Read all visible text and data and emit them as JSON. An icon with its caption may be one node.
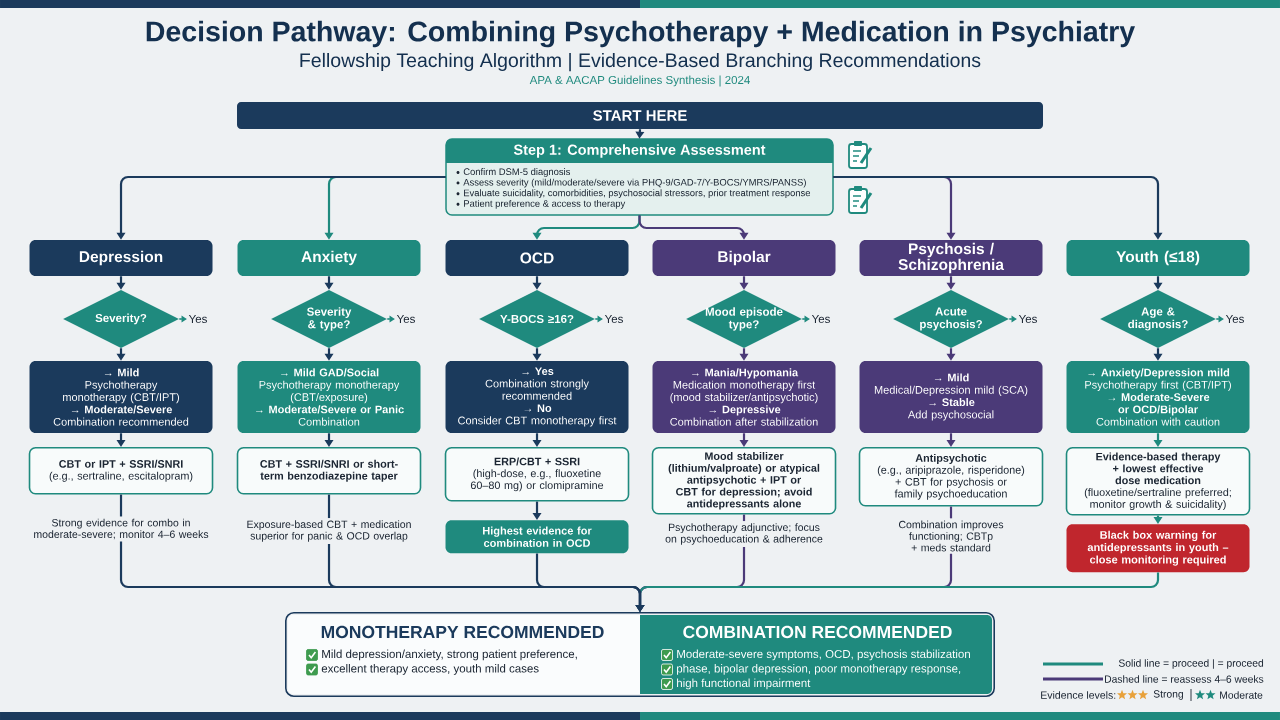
{
  "diagram": {
    "title": "Decision Pathway: Combining Psychotherapy + Medication in Psychiatry",
    "nodes": [
      {
        "text": [
          "START HERE"
        ]
      },
      {
        "text": [
          "Step 1: Comprehensive Assessment",
          "Confirm DSM-5 diagnosis",
          "Assess severity (mild/moderate/severe via PHQ-9/GAD-7/Y-BOCS/YMRS/PANSS)",
          "Evaluate suicidality, comorbidities, psychosocial stressors, prior treatment response",
          "Patient preference & access to therapy"
        ]
      },
      {
        "text": [
          "Depression"
        ]
      },
      {
        "text": [
          "Anxiety"
        ]
      },
      {
        "text": [
          "OCD"
        ]
      },
      {
        "text": [
          "Bipolar"
        ]
      },
      {
        "text": [
          "Psychosis / Schizophrenia"
        ]
      },
      {
        "text": [
          "Youth (≤18)"
        ]
      },
      {
        "text": [
          "Severity?"
        ]
      },
      {
        "text": [
          "Yes"
        ]
      },
      {
        "text": [
          "Severity & type?"
        ]
      },
      {
        "text": [
          "Yes"
        ]
      },
      {
        "text": [
          "Y-BOCS ≥16?"
        ]
      },
      {
        "text": [
          "Yes"
        ]
      },
      {
        "text": [
          "Mood episode type?"
        ]
      },
      {
        "text": [
          "Yes"
        ]
      },
      {
        "text": [
          "Acute psychosis?"
        ]
      },
      {
        "text": [
          "Yes"
        ]
      },
      {
        "text": [
          "Age & diagnosis?"
        ]
      },
      {
        "text": [
          "Yes"
        ]
      },
      {
        "text": [
          "→ Mild",
          "Psychotherapy monotherapy (CBT/IPT)",
          "→ Moderate/Severe",
          "Combination recommended"
        ]
      },
      {
        "text": [
          "→ Mild GAD/Social",
          "Psychotherapy monotherapy (CBT/exposure)",
          "→ Moderate/Severe or Panic",
          "Combination"
        ]
      },
      {
        "text": [
          "→ Yes",
          "Combination strongly recommended",
          "→ No",
          "Consider CBT monotherapy first"
        ]
      },
      {
        "text": [
          "→ Mania/Hypomania",
          "Medication monotherapy first (mood stabilizer/antipsychotic)",
          "→ Depressive",
          "Combination after stabilization"
        ]
      },
      {
        "text": [
          "→ Mild",
          "Medical/Depression mild (SCA)",
          "→ Stable",
          "Add psychosocial"
        ]
      },
      {
        "text": [
          "→ Anxiety/Depression mild",
          "Psychotherapy first (CBT/IPT)",
          "→ Moderate-Severe or OCD/Bipolar",
          "Combination with caution"
        ]
      },
      {
        "text": [
          "CBT or IPT + SSRI/SNRI",
          "(e.g., sertraline, escitalopram)"
        ]
      },
      {
        "text": [
          "CBT + SSRI/SNRI or short-term benzodiazepine taper"
        ]
      },
      {
        "text": [
          "ERP/CBT + SSRI",
          "(high-dose, e.g., fluoxetine 60–80 mg) or clomipramine"
        ]
      },
      {
        "text": [
          "Mood stabilizer",
          "(lithium/valproate) or atypical antipsychotic + IPT or CBT for depression; avoid antidepressants alone"
        ]
      },
      {
        "text": [
          "Antipsychotic",
          "(e.g., aripiprazole, risperidone) + CBT for psychosis or family psychoeducation"
        ]
      },
      {
        "text": [
          "Evidence-based therapy + lowest effective dose medication",
          "(fluoxetine/sertraline preferred; monitor growth & suicidality)"
        ]
      },
      {
        "text": [
          "Strong evidence for combo in moderate-severe; monitor 4–6 weeks"
        ]
      },
      {
        "text": [
          "Exposure-based CBT + medication superior for panic & OCD overlap"
        ]
      },
      {
        "text": [
          "Highest evidence for combination in OCD"
        ]
      },
      {
        "text": [
          "Psychotherapy adjunctive; focus on psychoeducation & adherence"
        ]
      },
      {
        "text": [
          "Combination improves functioning; CBTp + meds standard"
        ]
      },
      {
        "text": [
          "Black box warning for antidepressants in youth – close monitoring required"
        ]
      },
      {
        "text": [],
        "shape": "box"
      },
      {
        "text": [
          "MONOTHERAPY RECOMMENDED",
          "Mild depression/anxiety, strong patient preference,",
          "excellent therapy access, youth mild cases"
        ],
        "in": 38
      },
      {
        "text": [
          "COMBINATION RECOMMENDED",
          "Moderate-severe symptoms, OCD, psychosis stabilization",
          "phase, bipolar depression, poor monotherapy response,",
          "high functional impairment"
        ],
        "in": 38
      }
    ],
    "edges": [
      {
        "from": 0,
        "to": 1,
        "arrow": "to"
      },
      {
        "from": 1,
        "to": 2,
        "arrow": "to"
      },
      {
        "from": 1,
        "to": 3,
        "arrow": "to",
        "color": "#1f8a7e"
      },
      {
        "from": 1,
        "to": 4,
        "arrow": "to",
        "color": "#1f8a7e"
      },
      {
        "from": 1,
        "to": 5,
        "arrow": "to",
        "color": "#4b3a78"
      },
      {
        "from": 1,
        "to": 6,
        "arrow": "to",
        "color": "#4b3a78"
      },
      {
        "from": 1,
        "to": 7,
        "arrow": "to"
      },
      {
        "from": 2,
        "to": 8,
        "arrow": "to"
      },
      {
        "from": 8,
        "to": 9,
        "arrow": "to",
        "color": "#1f8a7e"
      },
      {
        "from": 8,
        "to": 20,
        "arrow": "to"
      },
      {
        "from": 20,
        "to": 26,
        "arrow": "to"
      },
      {
        "from": 26,
        "to": 32,
        "arrow": "none"
      },
      {
        "from": 3,
        "to": 10,
        "arrow": "to"
      },
      {
        "from": 10,
        "to": 11,
        "arrow": "to",
        "color": "#1f8a7e"
      },
      {
        "from": 10,
        "to": 21,
        "arrow": "to"
      },
      {
        "from": 21,
        "to": 27,
        "arrow": "to"
      },
      {
        "from": 27,
        "to": 33,
        "arrow": "none"
      },
      {
        "from": 4,
        "to": 12,
        "arrow": "to"
      },
      {
        "from": 12,
        "to": 13,
        "arrow": "to",
        "color": "#1f8a7e"
      },
      {
        "from": 12,
        "to": 22,
        "arrow": "to"
      },
      {
        "from": 22,
        "to": 28,
        "arrow": "to"
      },
      {
        "from": 28,
        "to": 34,
        "arrow": "to"
      },
      {
        "from": 5,
        "to": 14,
        "arrow": "to",
        "color": "#4b3a78"
      },
      {
        "from": 14,
        "to": 15,
        "arrow": "to",
        "color": "#1f8a7e"
      },
      {
        "from": 14,
        "to": 23,
        "arrow": "to",
        "color": "#4b3a78"
      },
      {
        "from": 23,
        "to": 29,
        "arrow": "to",
        "color": "#4b3a78"
      },
      {
        "from": 29,
        "to": 35,
        "arrow": "none",
        "color": "#4b3a78"
      },
      {
        "from": 6,
        "to": 16,
        "arrow": "to",
        "color": "#4b3a78"
      },
      {
        "from": 16,
        "to": 17,
        "arrow": "to",
        "color": "#1f8a7e"
      },
      {
        "from": 16,
        "to": 24,
        "arrow": "to",
        "color": "#4b3a78"
      },
      {
        "from": 24,
        "to": 30,
        "arrow": "to",
        "color": "#4b3a78"
      },
      {
        "from": 30,
        "to": 36,
        "arrow": "none",
        "color": "#4b3a78"
      },
      {
        "from": 7,
        "to": 18,
        "arrow": "to"
      },
      {
        "from": 18,
        "to": 19,
        "arrow": "to",
        "color": "#1f8a7e"
      },
      {
        "from": 18,
        "to": 25,
        "arrow": "to"
      },
      {
        "from": 25,
        "to": 31,
        "arrow": "to",
        "color": "#1f8a7e"
      },
      {
        "from": 31,
        "to": 37,
        "arrow": "to",
        "color": "#1f8a7e"
      },
      {
        "from": 32,
        "to": 38,
        "arrow": "to"
      },
      {
        "from": 33,
        "to": 38,
        "arrow": "to"
      },
      {
        "from": 34,
        "to": 38,
        "arrow": "to"
      },
      {
        "from": 35,
        "to": 38,
        "arrow": "to",
        "color": "#4b3a78"
      },
      {
        "from": 36,
        "to": 38,
        "arrow": "to",
        "color": "#4b3a78"
      },
      {
        "from": 37,
        "to": 38,
        "arrow": "to",
        "color": "#1f8a7e"
      }
    ],
    "labels": [
      "Fellowship Teaching Algorithm | Evidence-Based Branching Recommendations",
      "APA & AACAP Guidelines Synthesis | 2024",
      "Evidence levels:"
    ],
    "legend": [
      {
        "text": "Solid line = proceed | = proceed"
      },
      {
        "text": "Dashed line = reassess 4–6 weeks"
      },
      {
        "text": "Strong"
      },
      {
        "text": "Moderate"
      }
    ]
  }
}
